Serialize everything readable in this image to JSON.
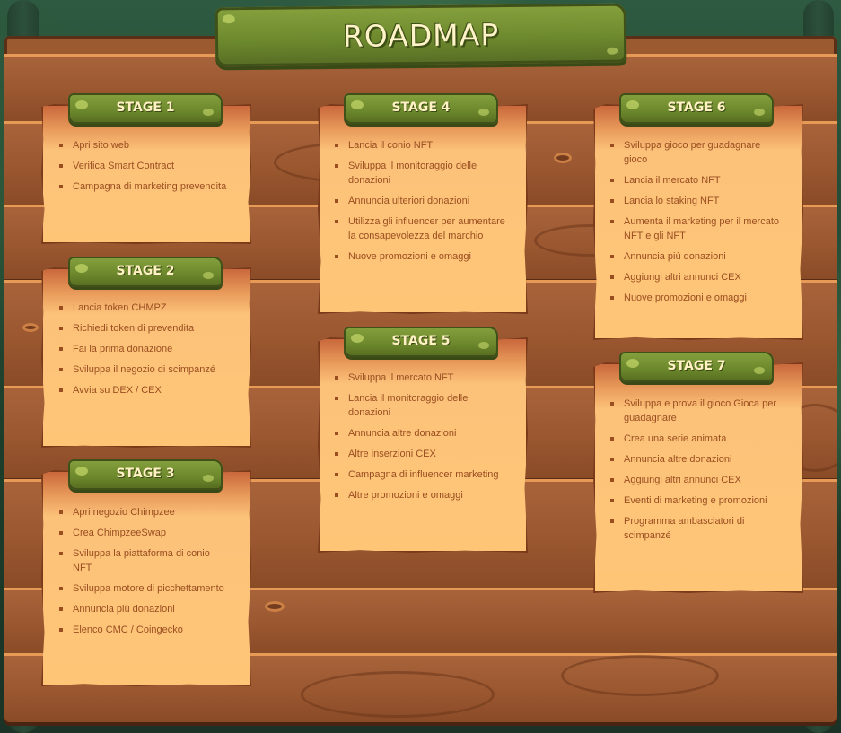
{
  "title": "ROADMAP",
  "stages": [
    {
      "label": "STAGE 1",
      "items": [
        "Apri sito web",
        "Verifica Smart Contract",
        "Campagna di marketing prevendita"
      ]
    },
    {
      "label": "STAGE 2",
      "items": [
        "Lancia token CHMPZ",
        "Richiedi token di prevendita",
        "Fai la prima donazione",
        "Sviluppa il negozio di scimpanzé",
        "Avvia su DEX / CEX"
      ]
    },
    {
      "label": "STAGE 3",
      "items": [
        "Apri negozio Chimpzee",
        "Crea ChimpzeeSwap",
        "Sviluppa la piattaforma di conio NFT",
        "Sviluppa motore di picchettamento",
        "Annuncia più donazioni",
        "Elenco CMC / Coingecko"
      ]
    },
    {
      "label": "STAGE 4",
      "items": [
        "Lancia il conio NFT",
        "Sviluppa il monitoraggio delle donazioni",
        "Annuncia ulteriori donazioni",
        "Utilizza gli influencer per aumentare la consapevolezza del marchio",
        "Nuove promozioni e omaggi"
      ]
    },
    {
      "label": "STAGE 5",
      "items": [
        "Sviluppa il mercato NFT",
        "Lancia il monitoraggio delle donazioni",
        "Annuncia altre donazioni",
        "Altre inserzioni CEX",
        "Campagna di influencer marketing",
        "Altre promozioni e omaggi"
      ]
    },
    {
      "label": "STAGE 6",
      "items": [
        "Sviluppa gioco per guadagnare gioco",
        "Lancia il mercato NFT",
        "Lancia lo staking NFT",
        "Aumenta il marketing per il mercato NFT e gli NFT",
        "Annuncia più donazioni",
        "Aggiungi altri annunci CEX",
        "Nuove promozioni e omaggi"
      ]
    },
    {
      "label": "STAGE 7",
      "items": [
        "Sviluppa e prova il gioco Gioca per guadagnare",
        "Crea una serie animata",
        "Annuncia altre donazioni",
        "Aggiungi altri annunci CEX",
        "Eventi di marketing e promozioni",
        "Programma ambasciatori di scimpanzé"
      ]
    }
  ]
}
